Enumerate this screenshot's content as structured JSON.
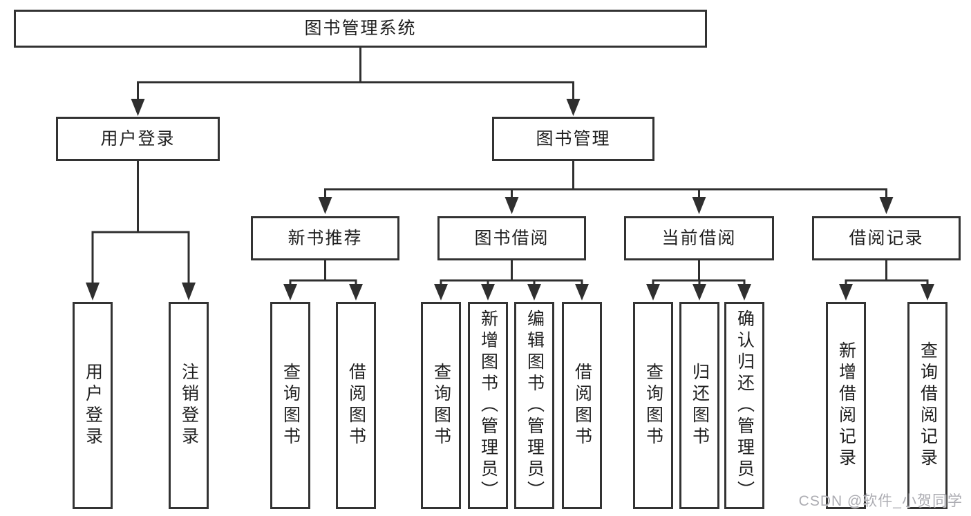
{
  "diagram": {
    "root": {
      "label": "图书管理系统"
    },
    "branches": [
      {
        "label": "用户登录",
        "children": [
          {
            "label": "用户登录"
          },
          {
            "label": "注销登录"
          }
        ]
      },
      {
        "label": "图书管理",
        "children": [
          {
            "label": "新书推荐",
            "children": [
              {
                "label": "查询图书"
              },
              {
                "label": "借阅图书"
              }
            ]
          },
          {
            "label": "图书借阅",
            "children": [
              {
                "label": "查询图书"
              },
              {
                "label": "新增图书（管理员）"
              },
              {
                "label": "编辑图书（管理员）"
              },
              {
                "label": "借阅图书"
              }
            ]
          },
          {
            "label": "当前借阅",
            "children": [
              {
                "label": "查询图书"
              },
              {
                "label": "归还图书"
              },
              {
                "label": "确认归还（管理员）"
              }
            ]
          },
          {
            "label": "借阅记录",
            "children": [
              {
                "label": "新增借阅记录"
              },
              {
                "label": "查询借阅记录"
              }
            ]
          }
        ]
      }
    ]
  },
  "watermark": {
    "text": "CSDN @软件_小贺同学"
  },
  "colors": {
    "line": "#2f2f2f",
    "box_border": "#333333",
    "text": "#1f1f1f",
    "background": "#ffffff",
    "watermark": "#a8a8ae"
  }
}
